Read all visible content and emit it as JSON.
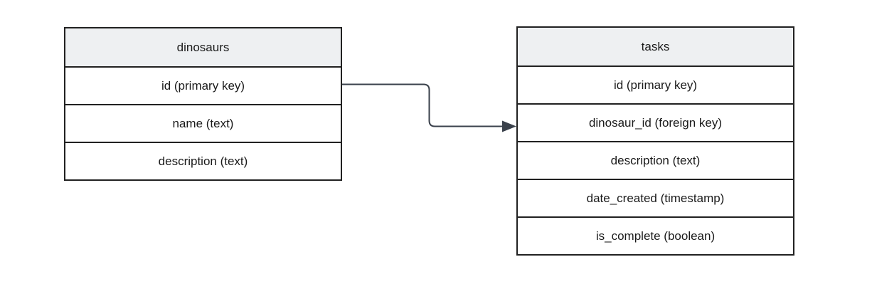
{
  "diagram": {
    "tables": [
      {
        "title": "dinosaurs",
        "rows": [
          "id (primary key)",
          "name (text)",
          "description (text)"
        ]
      },
      {
        "title": "tasks",
        "rows": [
          "id (primary key)",
          "dinosaur_id (foreign key)",
          "description (text)",
          "date_created (timestamp)",
          "is_complete (boolean)"
        ]
      }
    ],
    "connector": {
      "from_table": "dinosaurs",
      "from_field": "id (primary key)",
      "to_table": "tasks",
      "to_field": "dinosaur_id (foreign key)",
      "arrow_style": "filled-triangle"
    },
    "colors": {
      "canvas_background": "#ffffff",
      "header_fill": "#eef0f2",
      "row_fill": "#ffffff",
      "border": "#212121",
      "text": "#1a1a1a",
      "connector": "#3a414b"
    }
  }
}
